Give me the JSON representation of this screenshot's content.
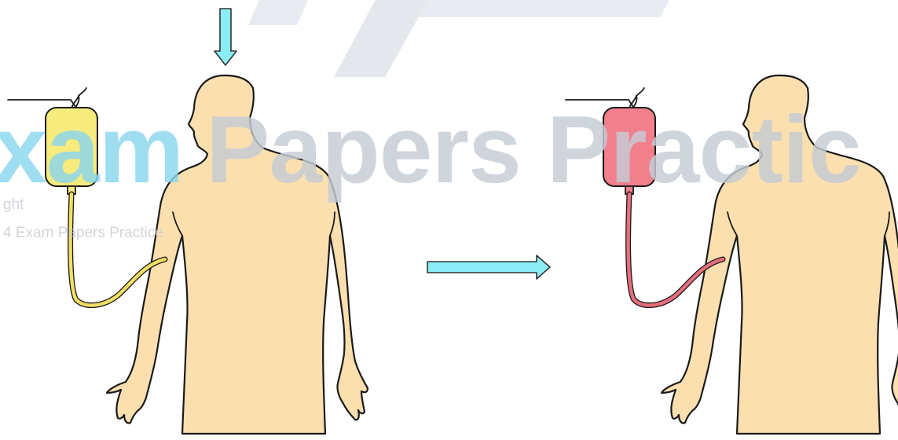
{
  "watermark": {
    "brand_fragment_1": "xam",
    "brand_fragment_2": "Papers Practic",
    "copyright_line_1": "ght",
    "copyright_line_2": "4 Exam Papers Practice"
  },
  "colors": {
    "arrow": "#8beef7",
    "arrow_outline": "#333333",
    "skin": "#fbdfae",
    "bag_before": "#f6eb7c",
    "tube_before": "#f0df64",
    "bag_after": "#f27f8c",
    "tube_after": "#e86e7c",
    "watermark_cyan": "#8ad6ee",
    "watermark_grey": "#c5ccd4"
  },
  "icons": {
    "down_arrow": "down-arrow-icon",
    "right_arrow": "right-arrow-icon"
  }
}
